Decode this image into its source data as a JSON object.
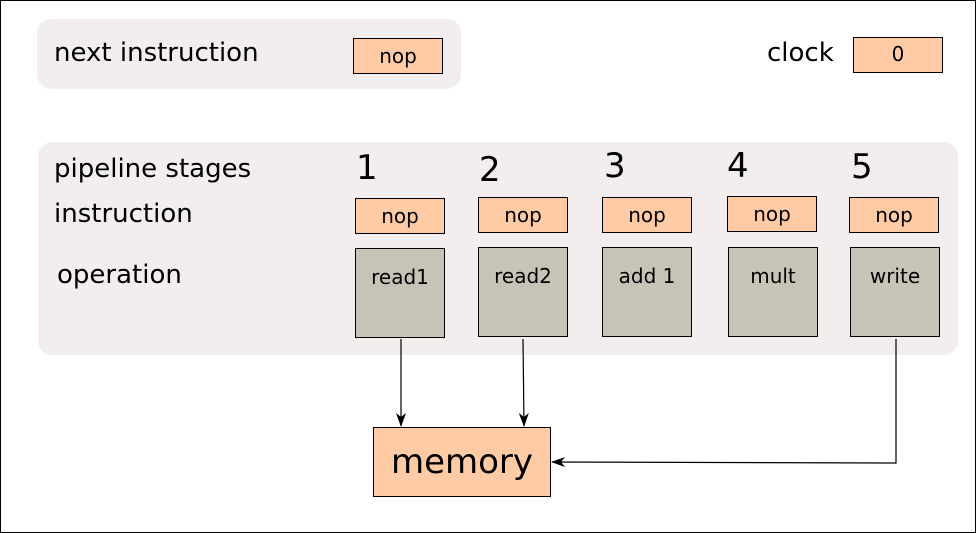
{
  "colors": {
    "panel": "#f1eeed",
    "register": "#ffcba4",
    "operation": "#c7c4b7",
    "stroke": "#000000"
  },
  "next_instruction": {
    "label": "next instruction",
    "value": "nop"
  },
  "clock": {
    "label": "clock",
    "value": "0"
  },
  "pipeline": {
    "stages_label": "pipeline stages",
    "instruction_label": "instruction",
    "operation_label": "operation",
    "stages": [
      {
        "number": "1",
        "instruction": "nop",
        "operation": "read1"
      },
      {
        "number": "2",
        "instruction": "nop",
        "operation": "read2"
      },
      {
        "number": "3",
        "instruction": "nop",
        "operation": "add 1"
      },
      {
        "number": "4",
        "instruction": "nop",
        "operation": "mult"
      },
      {
        "number": "5",
        "instruction": "nop",
        "operation": "write"
      }
    ]
  },
  "memory": {
    "label": "memory"
  },
  "connections": [
    {
      "from": "read1",
      "to": "memory"
    },
    {
      "from": "read2",
      "to": "memory"
    },
    {
      "from": "write",
      "to": "memory"
    }
  ]
}
